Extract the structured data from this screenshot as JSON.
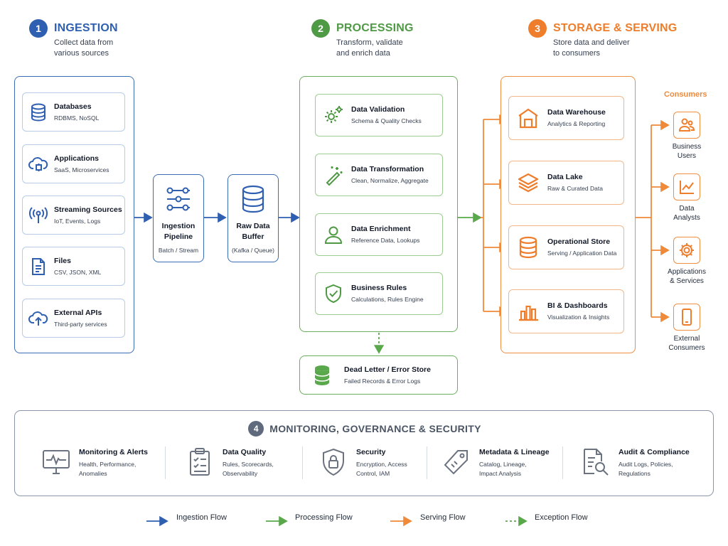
{
  "sections": {
    "ingestion": {
      "num": "1",
      "title": "INGESTION",
      "desc": "Collect data from\nvarious sources",
      "color": "#2f5fb0"
    },
    "processing": {
      "num": "2",
      "title": "PROCESSING",
      "desc": "Transform, validate\nand enrich data",
      "color": "#4f9a44"
    },
    "storage": {
      "num": "3",
      "title": "STORAGE & SERVING",
      "desc": "Store data and deliver\nto consumers",
      "color": "#ee7d2c"
    }
  },
  "sources": [
    {
      "title": "Databases",
      "sub": "RDBMS, NoSQL",
      "icon": "database-icon"
    },
    {
      "title": "Applications",
      "sub": "SaaS, Microservices",
      "icon": "cloud-app-icon"
    },
    {
      "title": "Streaming Sources",
      "sub": "IoT, Events, Logs",
      "icon": "antenna-icon"
    },
    {
      "title": "Files",
      "sub": "CSV, JSON, XML",
      "icon": "file-icon"
    },
    {
      "title": "External APIs",
      "sub": "Third-party services",
      "icon": "cloud-upload-icon"
    }
  ],
  "pipeline": {
    "title": "Ingestion\nPipeline",
    "sub": "Batch / Stream",
    "icon": "sliders-icon"
  },
  "buffer": {
    "title": "Raw Data\nBuffer",
    "sub": "(Kafka / Queue)",
    "icon": "database-icon"
  },
  "processing_steps": [
    {
      "title": "Data Validation",
      "sub": "Schema & Quality Checks",
      "icon": "gears-icon"
    },
    {
      "title": "Data Transformation",
      "sub": "Clean, Normalize, Aggregate",
      "icon": "magic-wand-icon"
    },
    {
      "title": "Data Enrichment",
      "sub": "Reference Data, Lookups",
      "icon": "user-icon"
    },
    {
      "title": "Business Rules",
      "sub": "Calculations, Rules Engine",
      "icon": "shield-check-icon"
    }
  ],
  "dead_letter": {
    "title": "Dead Letter / Error Store",
    "sub": "Failed Records & Error Logs",
    "icon": "database-icon"
  },
  "storage": [
    {
      "title": "Data Warehouse",
      "sub": "Analytics & Reporting",
      "icon": "warehouse-icon"
    },
    {
      "title": "Data Lake",
      "sub": "Raw & Curated Data",
      "icon": "layers-icon"
    },
    {
      "title": "Operational Store",
      "sub": "Serving / Application Data",
      "icon": "database-icon"
    },
    {
      "title": "BI & Dashboards",
      "sub": "Visualization & Insights",
      "icon": "bar-chart-icon"
    }
  ],
  "consumers": {
    "title": "Consumers",
    "items": [
      {
        "label": "Business\nUsers",
        "icon": "users-icon"
      },
      {
        "label": "Data\nAnalysts",
        "icon": "line-chart-icon"
      },
      {
        "label": "Applications\n& Services",
        "icon": "gear-icon"
      },
      {
        "label": "External\nConsumers",
        "icon": "mobile-icon"
      }
    ]
  },
  "monitoring": {
    "num": "4",
    "title": "MONITORING, GOVERNANCE & SECURITY",
    "items": [
      {
        "title": "Monitoring & Alerts",
        "sub": "Health, Performance,\nAnomalies",
        "icon": "monitor-pulse-icon"
      },
      {
        "title": "Data Quality",
        "sub": "Rules, Scorecards,\nObservability",
        "icon": "clipboard-icon"
      },
      {
        "title": "Security",
        "sub": "Encryption, Access\nControl, IAM",
        "icon": "lock-shield-icon"
      },
      {
        "title": "Metadata & Lineage",
        "sub": "Catalog, Lineage,\nImpact Analysis",
        "icon": "tag-icon"
      },
      {
        "title": "Audit & Compliance",
        "sub": "Audit Logs, Policies,\nRegulations",
        "icon": "document-search-icon"
      }
    ]
  },
  "legend": [
    {
      "label": "Ingestion Flow",
      "color": "#2f5fb0"
    },
    {
      "label": "Processing Flow",
      "color": "#5aa84c"
    },
    {
      "label": "Serving Flow",
      "color": "#ee8a3a"
    },
    {
      "label": "Exception Flow",
      "color": "#5aa84c"
    }
  ]
}
